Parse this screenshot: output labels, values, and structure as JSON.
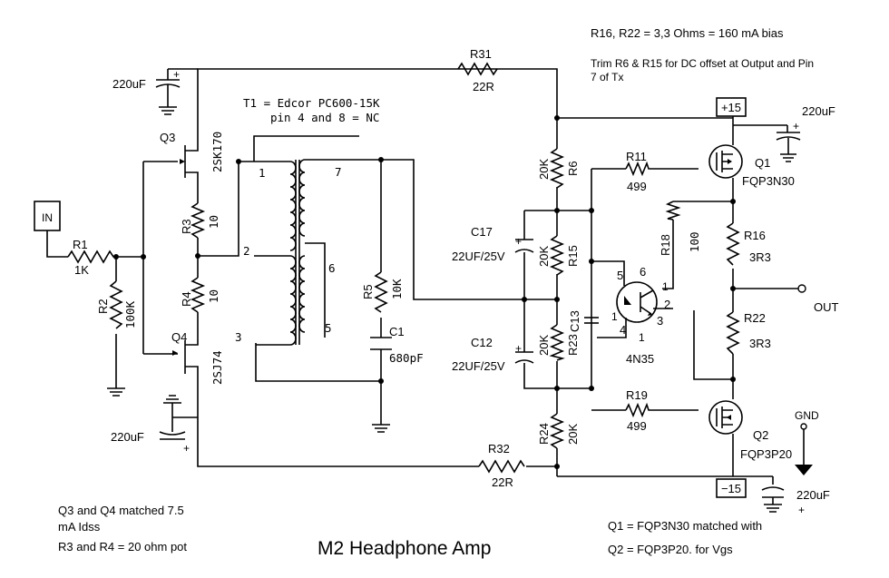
{
  "title": "M2 Headphone Amp",
  "notes": {
    "bias": "R16, R22 = 3,3 Ohms = 160 mA bias",
    "trim_line1": "Trim R6 & R15 for DC offset at Output and Pin",
    "trim_line2": "7 of Tx",
    "tx_line1": "T1 = Edcor PC600-15K",
    "tx_line2": "pin 4 and 8 = NC",
    "jfet_line1": "Q3 and Q4 matched 7.5",
    "jfet_line2": "mA Idss",
    "pot_line": "R3 and R4 = 20 ohm pot",
    "mos_line1": "Q1 = FQP3N30 matched with",
    "mos_line2": "Q2 = FQP3P20.  for Vgs"
  },
  "components": {
    "in": "IN",
    "r1": "R1",
    "r1_val": "1K",
    "r2": "R2",
    "r2_val": "100K",
    "q3": "Q3",
    "q3_part": "2SK170",
    "q4": "Q4",
    "q4_part": "2SJ74",
    "r3": "R3",
    "r3_val": "10",
    "r4": "R4",
    "r4_val": "10",
    "cap_top_left": "220uF",
    "cap_bot_left": "220uF",
    "t1_pin1": "1",
    "t1_pin2": "2",
    "t1_pin3": "3",
    "t1_pin5": "5",
    "t1_pin6": "6",
    "t1_pin7": "7",
    "r5": "R5",
    "r5_val": "10K",
    "c1": "C1",
    "c1_val": "680pF",
    "r31": "R31",
    "r31_val": "22R",
    "r32": "R32",
    "r32_val": "22R",
    "c17": "C17",
    "c17_val": "22UF/25V",
    "c12": "C12",
    "c12_val": "22UF/25V",
    "r6": "R6",
    "r6_val": "20K",
    "r15": "R15",
    "r15_val": "20K",
    "r23": "R23",
    "r23_val": "20K",
    "r24": "R24",
    "r24_val": "20K",
    "c13": "C13",
    "r11": "R11",
    "r11_val": "499",
    "r19": "R19",
    "r19_val": "499",
    "r18": "R18",
    "r18_val": "100",
    "u1": "4N35",
    "u1_p1": "1",
    "u1_p2": "2",
    "u1_p3": "3",
    "u1_p4": "4",
    "u1_p5": "5",
    "u1_p6": "6",
    "u1_l1": "1",
    "u1_l2": "1",
    "q1": "Q1",
    "q1_part": "FQP3N30",
    "q2": "Q2",
    "q2_part": "FQP3P20",
    "r16": "R16",
    "r16_val": "3R3",
    "r22": "R22",
    "r22_val": "3R3",
    "pos_rail": "+15",
    "neg_rail": "−15",
    "cap_top_right": "220uF",
    "cap_bot_right": "220uF",
    "out": "OUT",
    "gnd": "GND",
    "plus": "+"
  }
}
